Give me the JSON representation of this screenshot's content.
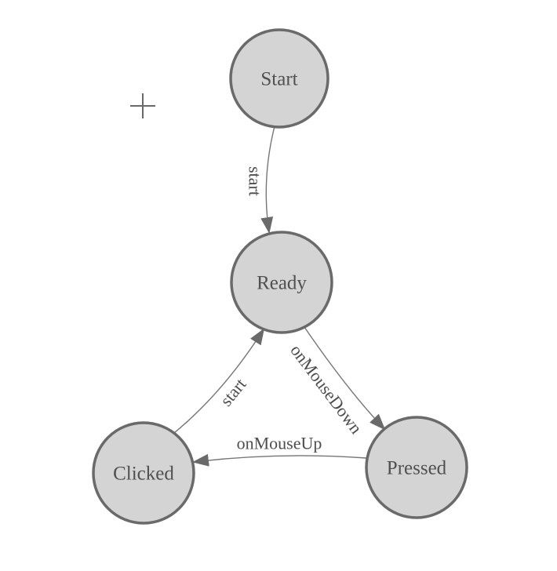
{
  "diagram": {
    "type": "state-machine",
    "nodes": [
      {
        "id": "start",
        "label": "Start"
      },
      {
        "id": "ready",
        "label": "Ready"
      },
      {
        "id": "clicked",
        "label": "Clicked"
      },
      {
        "id": "pressed",
        "label": "Pressed"
      }
    ],
    "edges": [
      {
        "from": "start",
        "to": "ready",
        "label": "start"
      },
      {
        "from": "clicked",
        "to": "ready",
        "label": "start"
      },
      {
        "from": "ready",
        "to": "pressed",
        "label": "onMouseDown"
      },
      {
        "from": "pressed",
        "to": "clicked",
        "label": "onMouseUp"
      }
    ],
    "icons": [
      {
        "name": "origin-crosshair-icon",
        "glyph": "+"
      }
    ],
    "colors": {
      "canvas_bg": "#ffffff",
      "node_fill": "#d4d4d4",
      "node_stroke": "#6a6a6a",
      "node_text": "#505050",
      "edge_stroke": "#757575",
      "edge_arrow": "#6a6a6a",
      "edge_text": "#4d4d4d",
      "crosshair": "#696969"
    }
  }
}
